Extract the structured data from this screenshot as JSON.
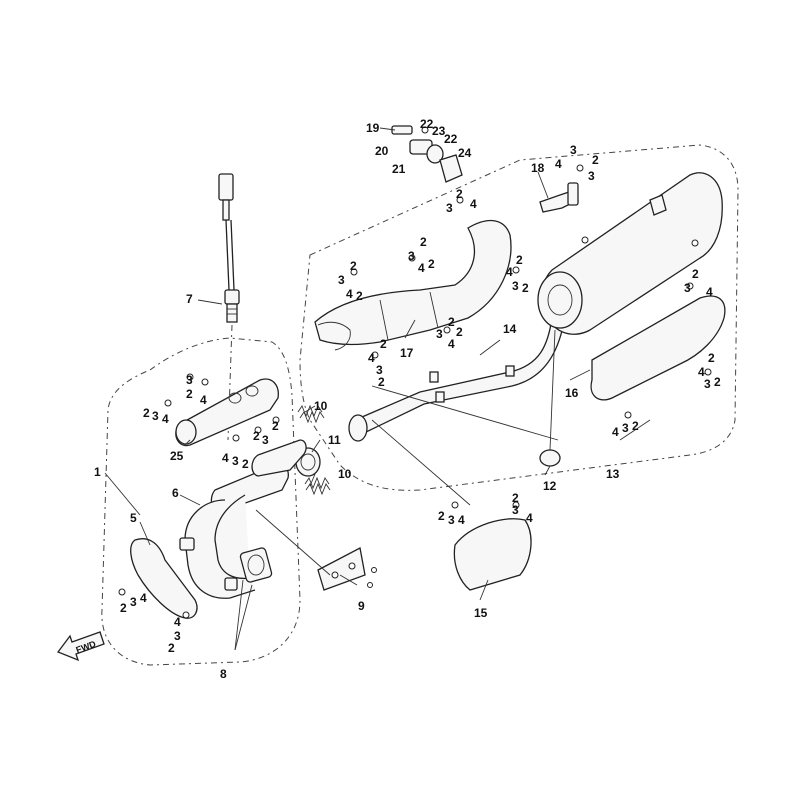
{
  "diagram": {
    "fwd_label": "FWD",
    "callouts": [
      {
        "id": "c1",
        "text": "1"
      },
      {
        "id": "c5",
        "text": "5"
      },
      {
        "id": "c6",
        "text": "6"
      },
      {
        "id": "c7",
        "text": "7"
      },
      {
        "id": "c8",
        "text": "8"
      },
      {
        "id": "c9",
        "text": "9"
      },
      {
        "id": "c10a",
        "text": "10"
      },
      {
        "id": "c10b",
        "text": "10"
      },
      {
        "id": "c11",
        "text": "11"
      },
      {
        "id": "c12",
        "text": "12"
      },
      {
        "id": "c13",
        "text": "13"
      },
      {
        "id": "c14",
        "text": "14"
      },
      {
        "id": "c15",
        "text": "15"
      },
      {
        "id": "c16",
        "text": "16"
      },
      {
        "id": "c17",
        "text": "17"
      },
      {
        "id": "c18",
        "text": "18"
      },
      {
        "id": "c19",
        "text": "19"
      },
      {
        "id": "c20",
        "text": "20"
      },
      {
        "id": "c21",
        "text": "21"
      },
      {
        "id": "c22a",
        "text": "22"
      },
      {
        "id": "c22b",
        "text": "22"
      },
      {
        "id": "c23",
        "text": "23"
      },
      {
        "id": "c24",
        "text": "24"
      },
      {
        "id": "c25",
        "text": "25"
      }
    ],
    "hardware_label_a": "2",
    "hardware_label_b": "3",
    "hardware_label_c": "4"
  }
}
